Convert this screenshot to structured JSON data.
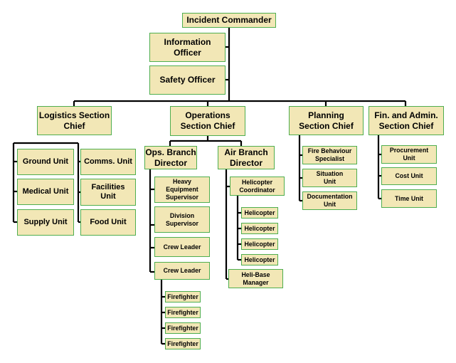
{
  "org_chart": {
    "incident_commander": "Incident Commander",
    "information_officer": "Information\nOfficer",
    "safety_officer": "Safety Officer",
    "logistics": {
      "chief": "Logistics Section\nChief",
      "ground_unit": "Ground Unit",
      "medical_unit": "Medical Unit",
      "supply_unit": "Supply Unit",
      "comms_unit": "Comms. Unit",
      "facilities_unit": "Facilities\nUnit",
      "food_unit": "Food Unit"
    },
    "operations": {
      "chief": "Operations\nSection Chief",
      "ops_branch_director": "Ops. Branch\nDirector",
      "heavy_equipment_supervisor": "Heavy\nEquipment\nSupervisor",
      "division_supervisor": "Division\nSupervisor",
      "crew_leader_1": "Crew Leader",
      "crew_leader_2": "Crew Leader",
      "firefighters": [
        "Firefighter",
        "Firefighter",
        "Firefighter",
        "Firefighter"
      ],
      "air_branch_director": "Air Branch\nDirector",
      "helicopter_coordinator": "Helicopter\nCoordinator",
      "helicopters": [
        "Helicopter",
        "Helicopter",
        "Helicopter",
        "Helicopter"
      ],
      "heli_base_manager": "Heli-Base\nManager"
    },
    "planning": {
      "chief": "Planning\nSection Chief",
      "fire_behaviour_specialist": "Fire Behaviour\nSpecialist",
      "situation_unit": "Situation\nUnit",
      "documentation_unit": "Documentation\nUnit"
    },
    "finance": {
      "chief": "Fin. and Admin.\nSection Chief",
      "procurement_unit": "Procurement\nUnit",
      "cost_unit": "Cost Unit",
      "time_unit": "Time Unit"
    }
  }
}
